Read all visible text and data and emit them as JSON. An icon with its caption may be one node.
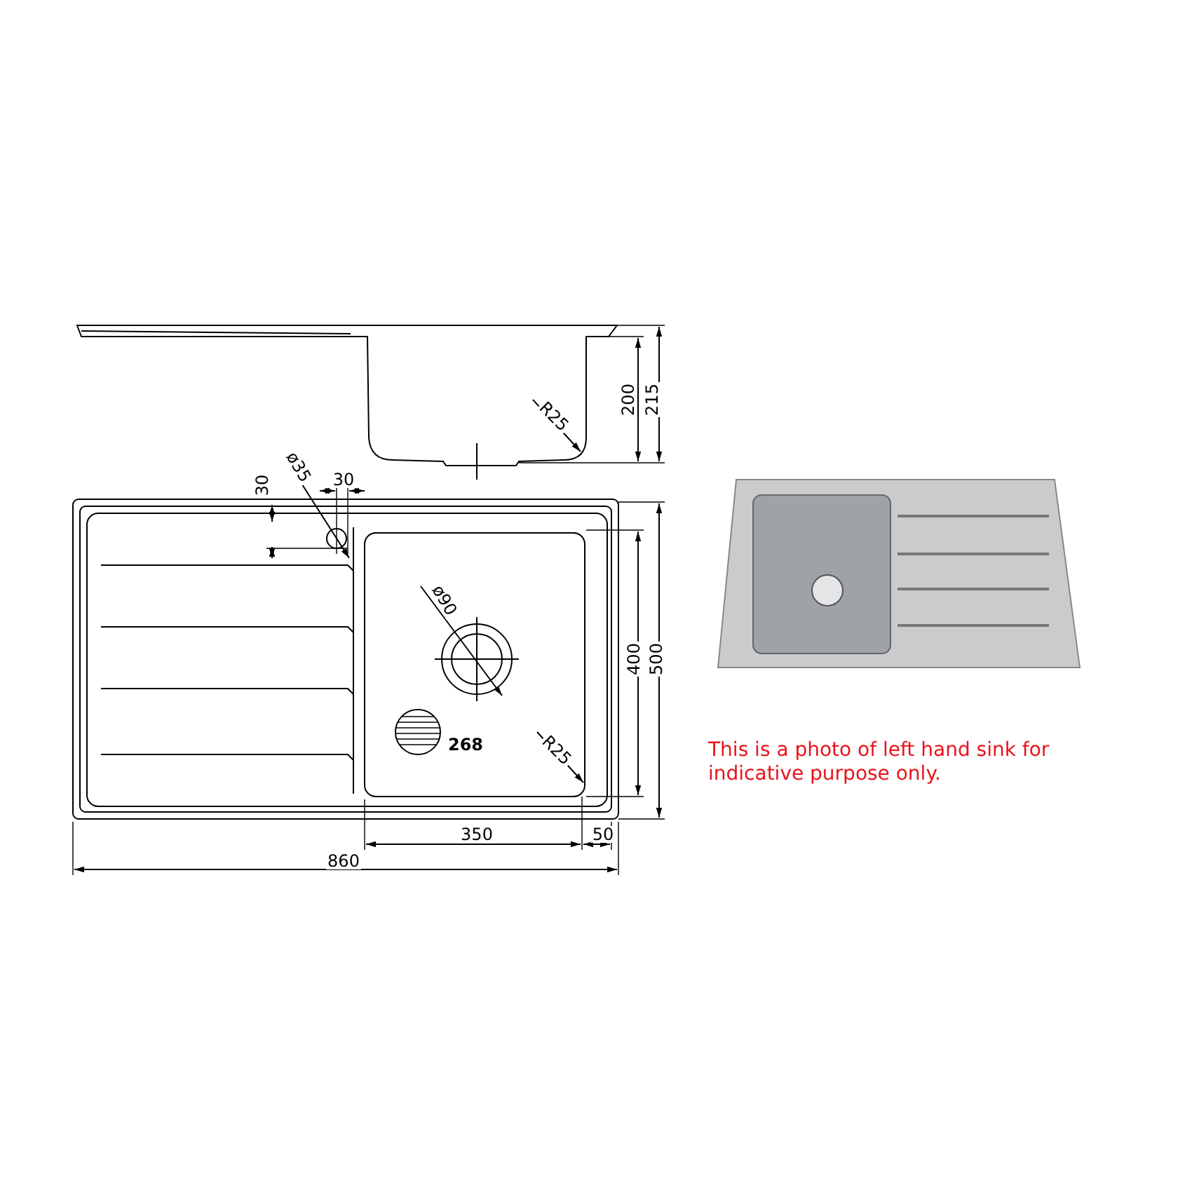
{
  "diagram": {
    "labels": [
      "R25",
      "200",
      "215",
      "ø35",
      "30",
      "30",
      "ø90",
      "400",
      "500",
      "268",
      "R25",
      "350",
      "50",
      "860",
      "This is a photo of left hand sink for indicative purpose only."
    ]
  }
}
